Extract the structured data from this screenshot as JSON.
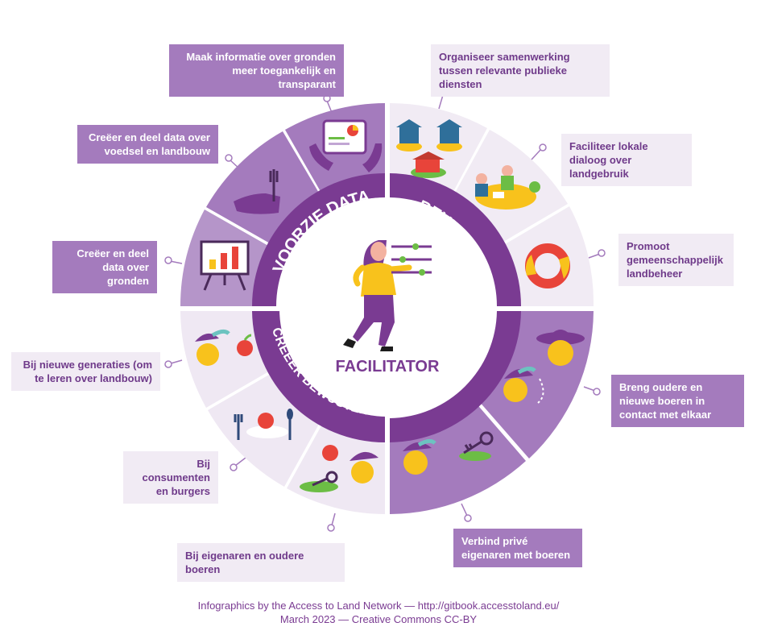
{
  "center": {
    "title": "FACILITATOR"
  },
  "quadrants": {
    "voorzie_data": {
      "label": "VOORZIE DATA"
    },
    "bevestig": {
      "label": "BEVESTIG"
    },
    "bemiddel": {
      "label": "BEMIDDEL"
    },
    "creeer_bewustzijn": {
      "label": "CREËER BEWUSTZIJN"
    }
  },
  "callouts": {
    "maak_info": "Maak informatie over gronden meer toegankelijk en transparant",
    "data_voedsel": "Creëer en deel data over voedsel en landbouw",
    "data_gronden": "Creëer en deel data over gronden",
    "organiseer": "Organiseer samenwerking tussen relevante publieke diensten",
    "faciliteer": "Faciliteer lokale dialoog over landgebruik",
    "promoot": "Promoot gemeenschappelijk landbeheer",
    "breng": "Breng oudere en nieuwe boeren in contact met elkaar",
    "verbind": "Verbind privé eigenaren met boeren",
    "generaties": "Bij nieuwe generaties (om te leren over landbouw)",
    "consumenten": "Bij consumenten en burgers",
    "eigenaren": "Bij eigenaren en oudere boeren"
  },
  "footer": {
    "line1": "Infographics by the Access to Land Network — http://gitbook.accesstoland.eu/",
    "line2": "March 2023  — Creative Commons CC-BY"
  },
  "colors": {
    "dark_purple": "#7a3b92",
    "mid_purple": "#a47bbd",
    "light_purple": "#c2a6d4",
    "pale_purple": "#f1ebf4",
    "yellow": "#f8c21c",
    "green": "#6cbd45",
    "red": "#e8443a"
  }
}
